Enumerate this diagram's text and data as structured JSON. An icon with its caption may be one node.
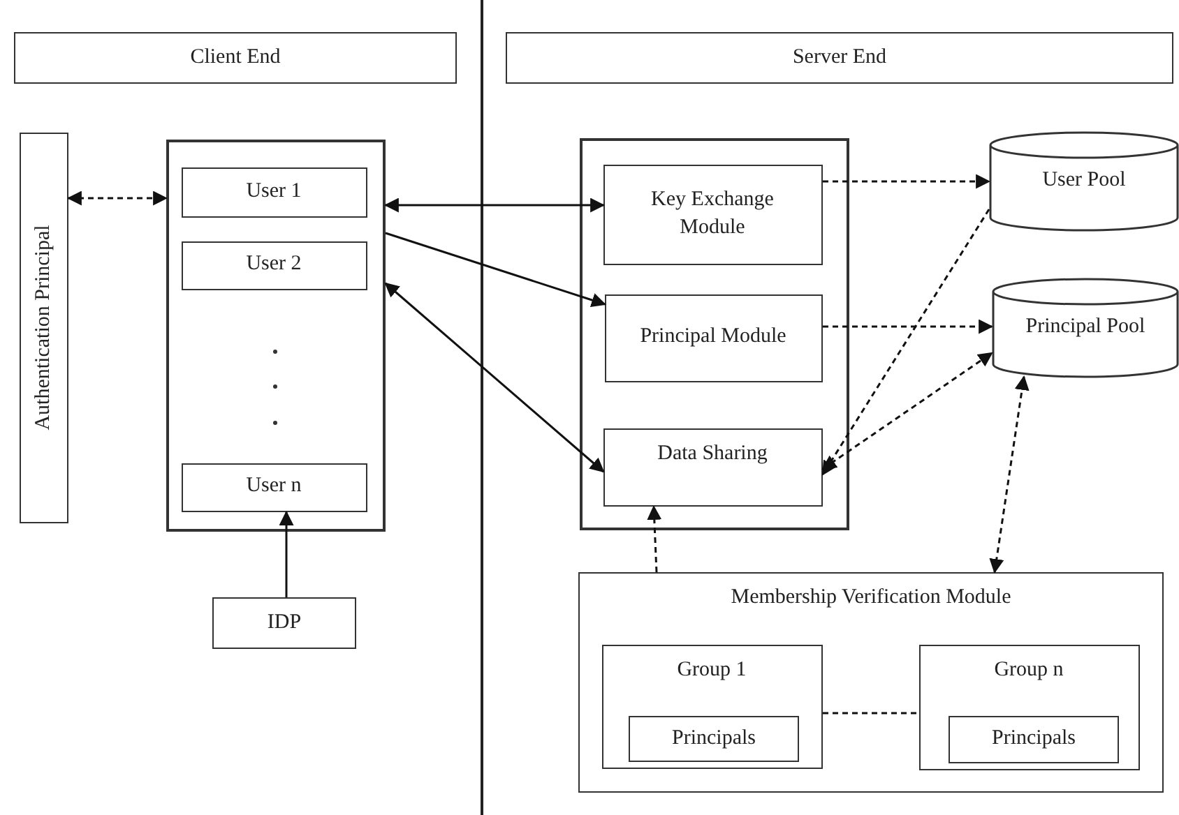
{
  "diagram": {
    "nodes": [
      {
        "text": [
          "Client End"
        ]
      },
      {
        "text": [
          "Server End"
        ]
      },
      {
        "text": [
          "Authentication Principal"
        ]
      },
      {
        "text": [],
        "shape": "box"
      },
      {
        "text": [
          "User 1"
        ],
        "in": 3
      },
      {
        "text": [
          "User 2"
        ],
        "in": 3
      },
      {
        "text": [
          "User n"
        ],
        "in": 3
      },
      {
        "text": [
          "IDP"
        ]
      },
      {
        "text": [],
        "shape": "box"
      },
      {
        "text": [
          "Key Exchange Module"
        ],
        "in": 8
      },
      {
        "text": [
          "Principal Module"
        ],
        "in": 8
      },
      {
        "text": [
          "Data Sharing"
        ],
        "in": 8
      },
      {
        "text": [
          "User Pool"
        ]
      },
      {
        "text": [
          "Principal Pool"
        ]
      },
      {
        "text": [
          "Membership Verification Module"
        ]
      },
      {
        "text": [
          "Group 1"
        ],
        "in": 14
      },
      {
        "text": [
          "Principals"
        ],
        "in": 15
      },
      {
        "text": [
          "Group n"
        ],
        "in": 14
      },
      {
        "text": [
          "Principals"
        ],
        "in": 17
      }
    ],
    "edges": [
      {
        "from": 2,
        "to": 3,
        "arrow": "both",
        "style": "dashed"
      },
      {
        "from": 3,
        "to": 9,
        "arrow": "both"
      },
      {
        "from": 3,
        "to": 10,
        "arrow": "to"
      },
      {
        "from": 3,
        "to": 11,
        "arrow": "both"
      },
      {
        "from": 7,
        "to": 6,
        "arrow": "to"
      },
      {
        "from": 9,
        "to": 12,
        "arrow": "to",
        "style": "dashed"
      },
      {
        "from": 10,
        "to": 13,
        "arrow": "to",
        "style": "dashed"
      },
      {
        "from": 12,
        "to": 11,
        "arrow": "to",
        "style": "dashed"
      },
      {
        "from": 11,
        "to": 13,
        "arrow": "both",
        "style": "dashed"
      },
      {
        "from": 14,
        "to": 11,
        "arrow": "to",
        "style": "dashed"
      },
      {
        "from": 14,
        "to": 13,
        "arrow": "both",
        "style": "dashed"
      },
      {
        "from": 15,
        "to": 17,
        "arrow": "none",
        "style": "dashed"
      }
    ]
  }
}
